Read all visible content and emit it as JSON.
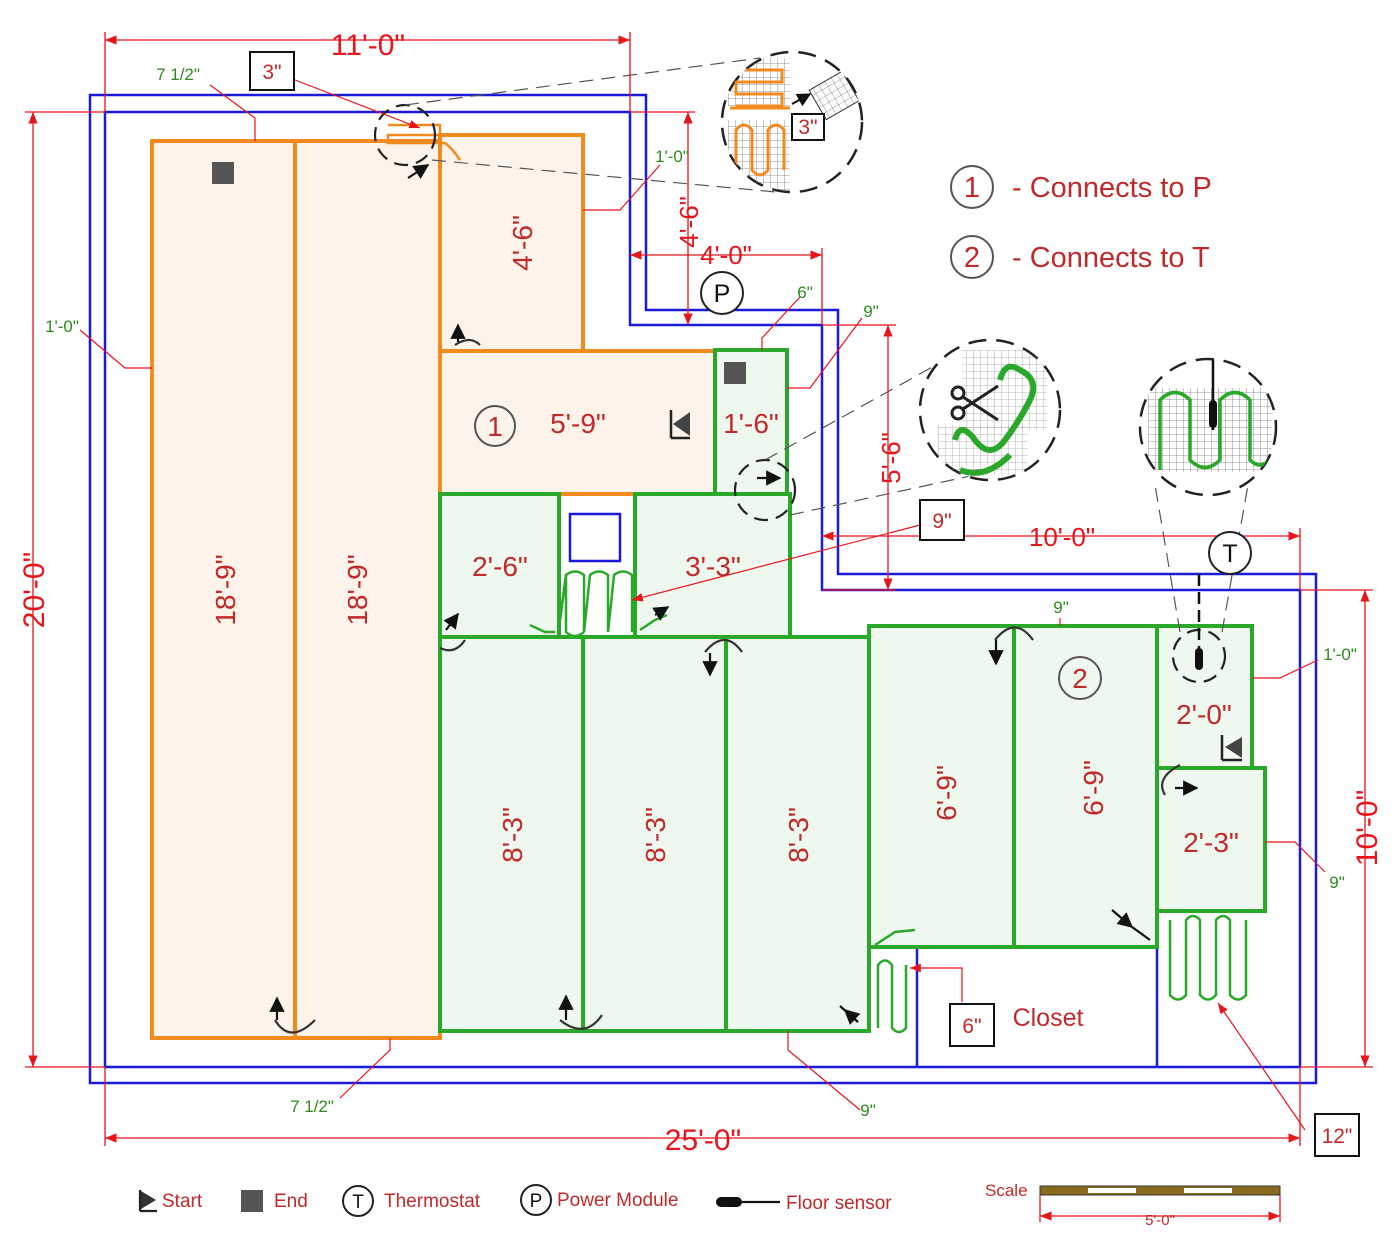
{
  "dimensions": {
    "top_width": "11'-0\"",
    "left_height": "20'-0\"",
    "right_height": "10'-0\"",
    "bottom_width": "25'-0\"",
    "notch_width": "4'-0\"",
    "notch_height": "4'-6\"",
    "step_height": "5'-6\"",
    "lower_width": "10'-0\""
  },
  "offsets": {
    "top_left": "7 1/2\"",
    "bottom_left": "7 1/2\"",
    "left": "1'-0\"",
    "notch_top": "1'-0\"",
    "notch_six": "6\"",
    "nine_a": "9\"",
    "nine_b": "9\"",
    "right": "1'-0\"",
    "right_nine": "9\"",
    "bottom_nine": "9\""
  },
  "callout_boxes": {
    "top": "3\"",
    "middle": "9\"",
    "closet": "6\"",
    "bottom_right": "12\""
  },
  "rooms": {
    "orange_a": "18'-9\"",
    "orange_b": "18'-9\"",
    "orange_c": "4'-6\"",
    "orange_d": "5'-9\"",
    "green_a": "1'-6\"",
    "green_b": "2'-6\"",
    "green_c": "3'-3\"",
    "green_d": "8'-3\"",
    "green_e": "8'-3\"",
    "green_f": "8'-3\"",
    "green_g": "6'-9\"",
    "green_h": "6'-9\"",
    "green_i": "2'-0\"",
    "green_j": "2'-3\"",
    "closet": "Closet"
  },
  "markers": {
    "one": "1",
    "two": "2",
    "p": "P",
    "t": "T"
  },
  "notes": [
    {
      "num": "1",
      "text": "- Connects to P"
    },
    {
      "num": "2",
      "text": "- Connects to T"
    }
  ],
  "detail_callouts": {
    "zoom_label": "3\""
  },
  "legend": {
    "start": "Start",
    "end": "End",
    "thermostat_symbol": "T",
    "thermostat": "Thermostat",
    "power_symbol": "P",
    "power": "Power Module",
    "sensor": "Floor sensor"
  },
  "scale": {
    "label": "Scale",
    "length": "5'-0\""
  },
  "colors": {
    "orange_mat": "#f28a1e",
    "green_mat": "#2aa82a",
    "walls": "#1a1adb",
    "dimensions": "#e8141c",
    "offsets": "#2e8b1e",
    "labels": "#c02a2a"
  }
}
